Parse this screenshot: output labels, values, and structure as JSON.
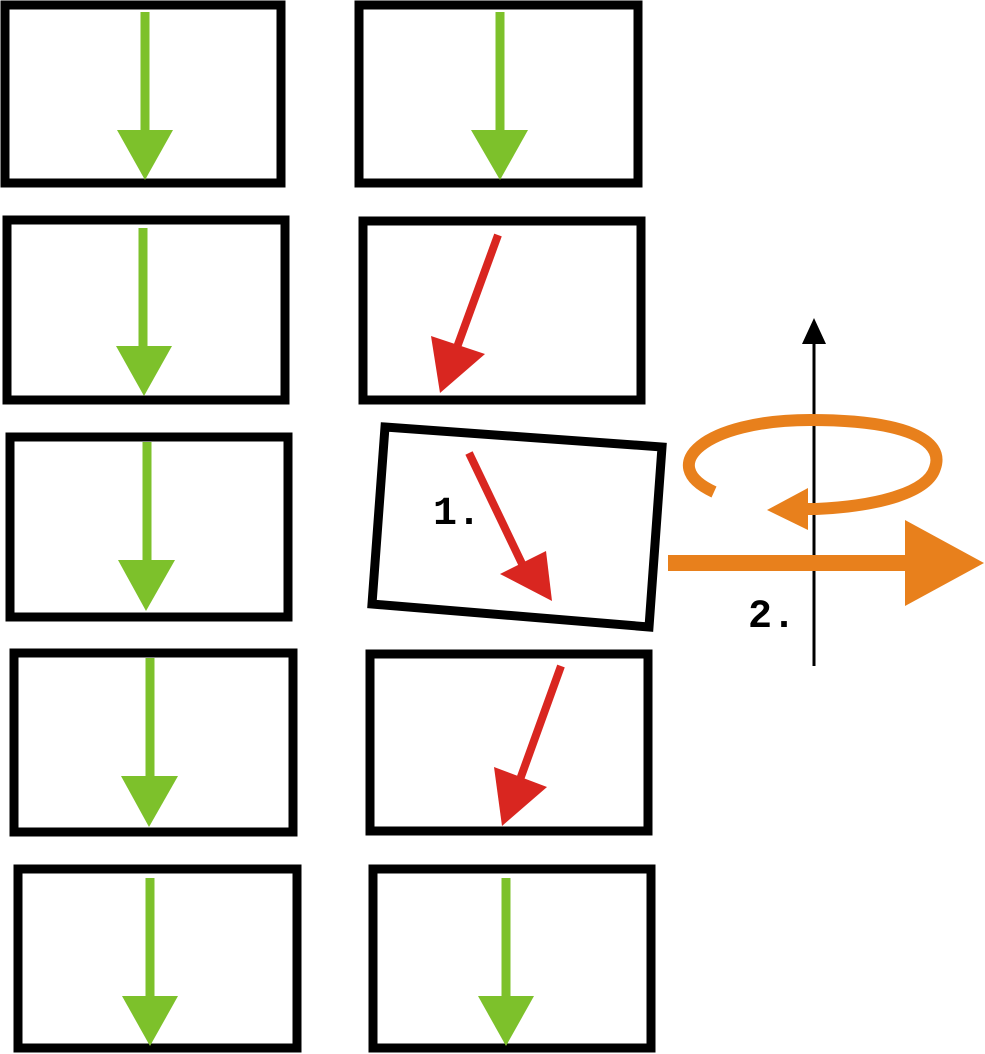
{
  "labels": {
    "step1": "1.",
    "step2": "2."
  },
  "colors": {
    "aligned_arrow": "#7dc12b",
    "tilted_arrow": "#d92620",
    "rotation_and_field": "#e8801c",
    "outline": "#000000"
  },
  "cells": {
    "left_column": [
      "aligned",
      "aligned",
      "aligned",
      "aligned",
      "aligned"
    ],
    "right_column": [
      "aligned",
      "tilted",
      "tilted-box",
      "tilted",
      "aligned"
    ]
  }
}
